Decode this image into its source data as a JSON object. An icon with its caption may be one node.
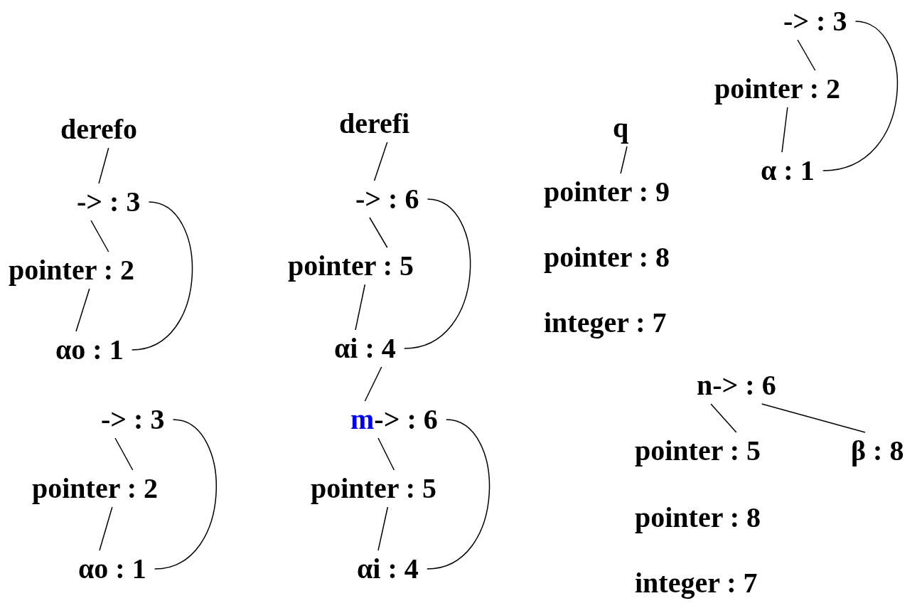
{
  "diagram": {
    "nodes": [
      {
        "text": [
          "derefo"
        ]
      },
      {
        "text": [
          "-> : 3"
        ]
      },
      {
        "text": [
          "pointer : 2"
        ]
      },
      {
        "text": [
          "αo : 1"
        ]
      },
      {
        "text": [
          "derefi"
        ]
      },
      {
        "text": [
          "-> : 6"
        ]
      },
      {
        "text": [
          "pointer : 5"
        ]
      },
      {
        "text": [
          "αi : 4"
        ]
      },
      {
        "text": [
          "-> : 3"
        ]
      },
      {
        "text": [
          "pointer : 2"
        ]
      },
      {
        "text": [
          "αo : 1"
        ]
      },
      {
        "text": [
          "m",
          "-> : 6"
        ]
      },
      {
        "text": [
          "pointer : 5"
        ]
      },
      {
        "text": [
          "αi : 4"
        ]
      },
      {
        "text": [
          "q"
        ]
      },
      {
        "text": [
          "pointer : 9"
        ]
      },
      {
        "text": [
          "pointer : 8"
        ]
      },
      {
        "text": [
          "integer : 7"
        ]
      },
      {
        "text": [
          "-> : 3"
        ]
      },
      {
        "text": [
          "pointer : 2"
        ]
      },
      {
        "text": [
          "α : 1"
        ]
      },
      {
        "text": [
          "n-> : 6"
        ]
      },
      {
        "text": [
          "pointer : 5"
        ]
      },
      {
        "text": [
          "β : 8"
        ]
      },
      {
        "text": [
          "pointer : 8"
        ]
      },
      {
        "text": [
          "integer : 7"
        ]
      }
    ],
    "edges": [
      {
        "from": 0,
        "to": 1,
        "arrow": "none"
      },
      {
        "from": 1,
        "to": 2,
        "arrow": "none"
      },
      {
        "from": 2,
        "to": 3,
        "arrow": "none"
      },
      {
        "from": 1,
        "to": 3,
        "arrow": "none"
      },
      {
        "from": 4,
        "to": 5,
        "arrow": "none"
      },
      {
        "from": 5,
        "to": 6,
        "arrow": "none"
      },
      {
        "from": 6,
        "to": 7,
        "arrow": "none"
      },
      {
        "from": 5,
        "to": 7,
        "arrow": "none"
      },
      {
        "from": 7,
        "to": 11,
        "arrow": "none"
      },
      {
        "from": 8,
        "to": 9,
        "arrow": "none"
      },
      {
        "from": 9,
        "to": 10,
        "arrow": "none"
      },
      {
        "from": 8,
        "to": 10,
        "arrow": "none"
      },
      {
        "from": 11,
        "to": 12,
        "arrow": "none"
      },
      {
        "from": 12,
        "to": 13,
        "arrow": "none"
      },
      {
        "from": 11,
        "to": 13,
        "arrow": "none"
      },
      {
        "from": 14,
        "to": 15,
        "arrow": "none"
      },
      {
        "from": 18,
        "to": 19,
        "arrow": "none"
      },
      {
        "from": 19,
        "to": 20,
        "arrow": "none"
      },
      {
        "from": 18,
        "to": 20,
        "arrow": "none"
      },
      {
        "from": 21,
        "to": 22,
        "arrow": "none"
      },
      {
        "from": 21,
        "to": 23,
        "arrow": "none"
      }
    ]
  }
}
